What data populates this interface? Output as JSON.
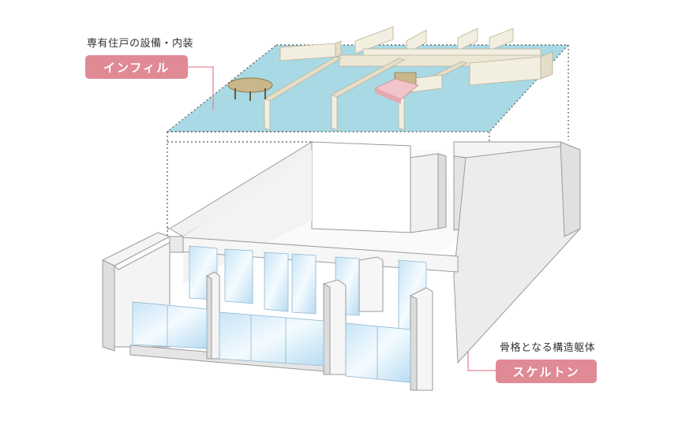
{
  "infill": {
    "caption": "専有住戸の設備・内装",
    "label": "インフィル"
  },
  "skeleton": {
    "caption": "骨格となる構造躯体",
    "label": "スケルトン"
  },
  "colors": {
    "accent_pink": "#e08a95",
    "floor_blue": "#a9d9e4",
    "wall_cream": "#f3efe0",
    "structure_gray": "#e9e9e9",
    "glass_blue": "#d6ecf8"
  },
  "icons": [
    "table-icon",
    "bed-icon"
  ]
}
